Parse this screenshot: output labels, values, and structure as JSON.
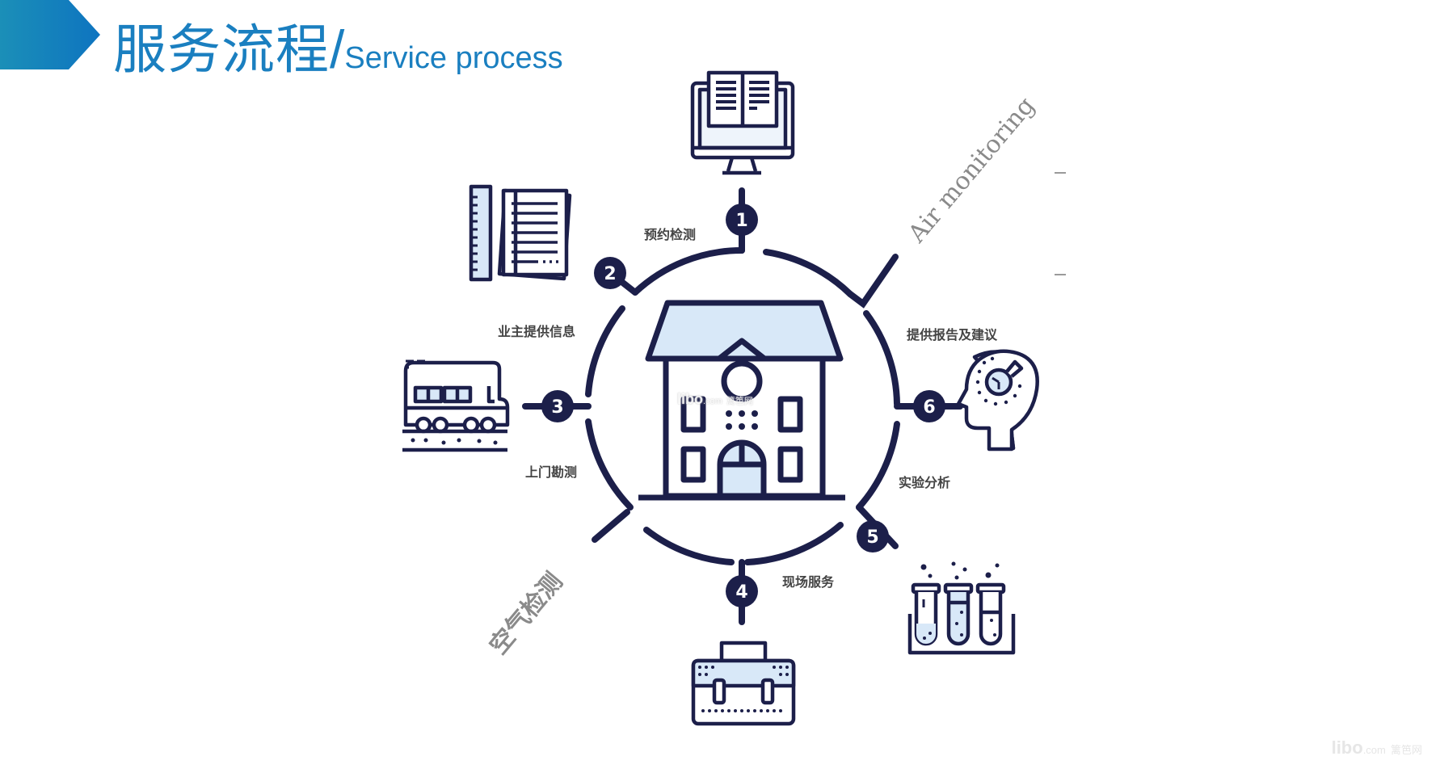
{
  "header": {
    "title_zh": "服务流程",
    "separator": "/",
    "title_en": "Service process",
    "accent_color": "#1a7fc0",
    "chevron_gradient": [
      "#1b8fb8",
      "#0e74c0"
    ]
  },
  "diagram": {
    "center": "house-icon",
    "line_color": "#1c1f4a",
    "fill_tint": "#d8e8f8",
    "decorative_labels": {
      "english": "Air monitoring",
      "chinese": "空气检测"
    },
    "steps": [
      {
        "number": "1",
        "label": "预约检测",
        "icon": "computer-book-icon"
      },
      {
        "number": "2",
        "label": "业主提供信息",
        "icon": "documents-ruler-icon"
      },
      {
        "number": "3",
        "label": "上门勘测",
        "icon": "train-icon"
      },
      {
        "number": "4",
        "label": "现场服务",
        "icon": "toolbox-icon"
      },
      {
        "number": "5",
        "label": "实验分析",
        "icon": "test-tubes-icon"
      },
      {
        "number": "6",
        "label": "提供报告及建议",
        "icon": "head-lightbulb-icon"
      }
    ]
  },
  "watermark": {
    "brand": "libo",
    "domain": ".com",
    "name": "篱笆网"
  }
}
